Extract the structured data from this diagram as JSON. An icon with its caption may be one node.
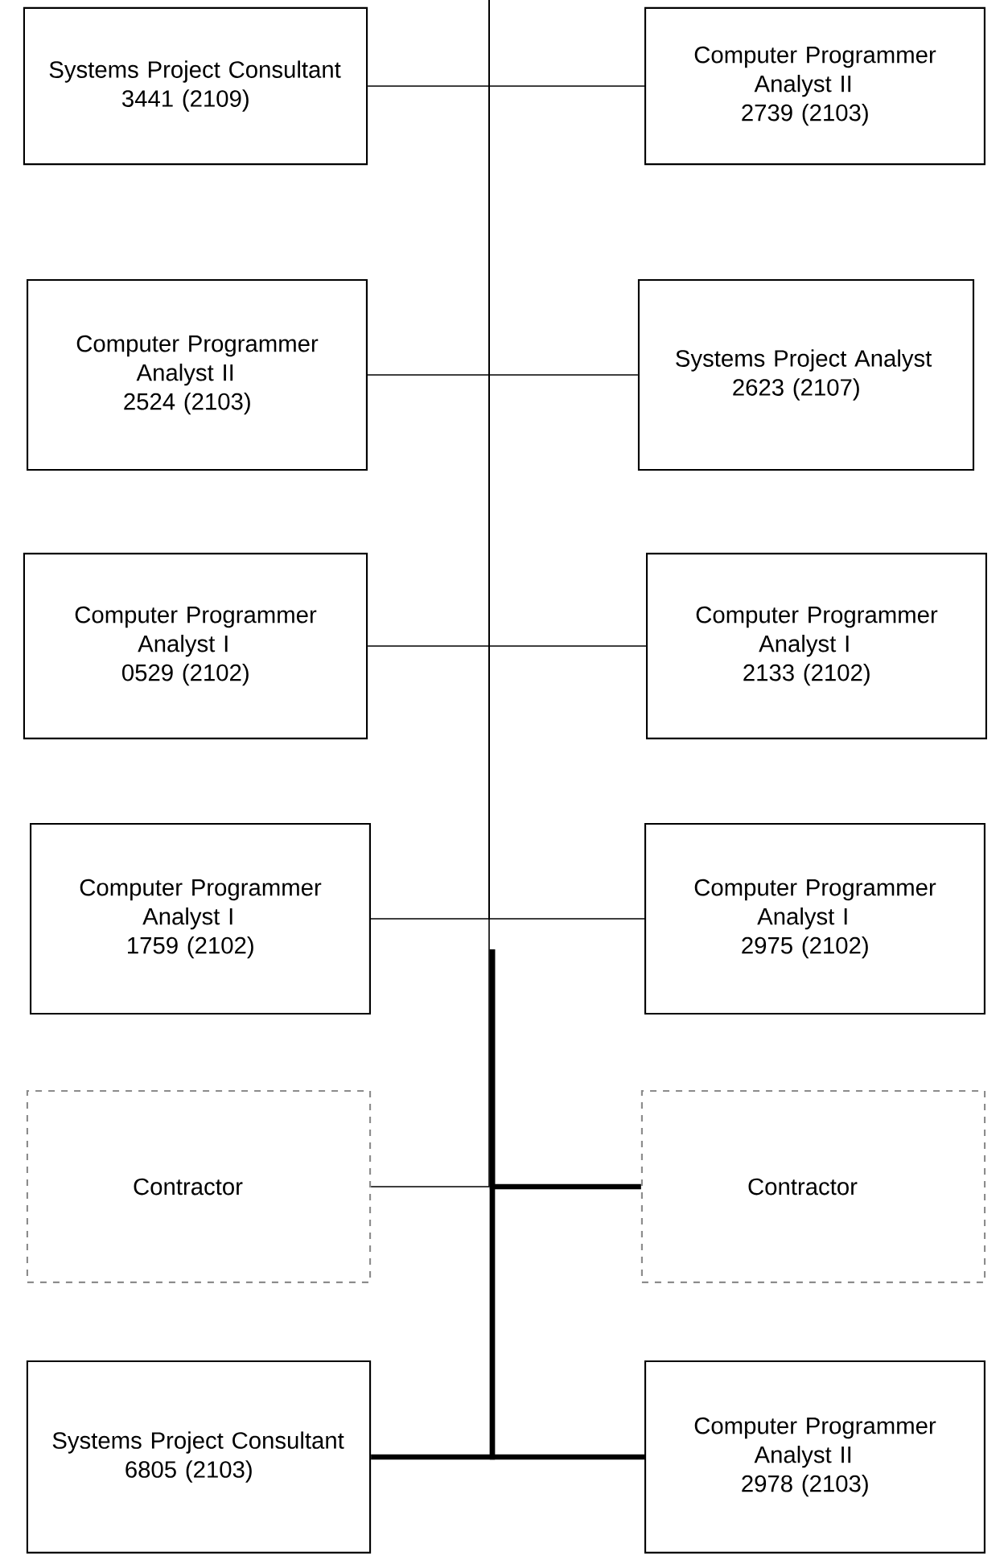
{
  "diagram": {
    "nodes": [
      {
        "text": [
          "Systems Project Consultant",
          "3441 (2109)"
        ]
      },
      {
        "text": [
          "Computer Programmer Analyst II",
          "2739 (2103)"
        ]
      },
      {
        "text": [
          "Computer Programmer Analyst II",
          "2524 (2103)"
        ]
      },
      {
        "text": [
          "Systems Project Analyst",
          "2623 (2107)"
        ]
      },
      {
        "text": [
          "Computer Programmer Analyst I",
          "0529 (2102)"
        ]
      },
      {
        "text": [
          "Computer Programmer Analyst I",
          "2133 (2102)"
        ]
      },
      {
        "text": [
          "Computer Programmer Analyst I",
          "1759 (2102)"
        ]
      },
      {
        "text": [
          "Computer Programmer Analyst I",
          "2975 (2102)"
        ]
      },
      {
        "text": [
          "Contractor"
        ]
      },
      {
        "text": [
          "Contractor"
        ]
      },
      {
        "text": [
          "Systems Project Consultant",
          "6805 (2103)"
        ]
      },
      {
        "text": [
          "Computer Programmer Analyst II",
          "2978 (2103)"
        ]
      }
    ],
    "edges": [
      {
        "from": null,
        "to": 0,
        "arrow": "none"
      },
      {
        "from": null,
        "to": 1,
        "arrow": "none"
      },
      {
        "from": null,
        "to": 2,
        "arrow": "none"
      },
      {
        "from": null,
        "to": 3,
        "arrow": "none"
      },
      {
        "from": null,
        "to": 4,
        "arrow": "none"
      },
      {
        "from": null,
        "to": 5,
        "arrow": "none"
      },
      {
        "from": null,
        "to": 6,
        "arrow": "none"
      },
      {
        "from": null,
        "to": 7,
        "arrow": "none"
      },
      {
        "from": null,
        "to": 8,
        "arrow": "none"
      },
      {
        "from": null,
        "to": 9,
        "arrow": "none",
        "style": "thick"
      },
      {
        "from": null,
        "to": 10,
        "arrow": "none",
        "style": "thick"
      },
      {
        "from": null,
        "to": 11,
        "arrow": "none",
        "style": "thick"
      }
    ]
  }
}
